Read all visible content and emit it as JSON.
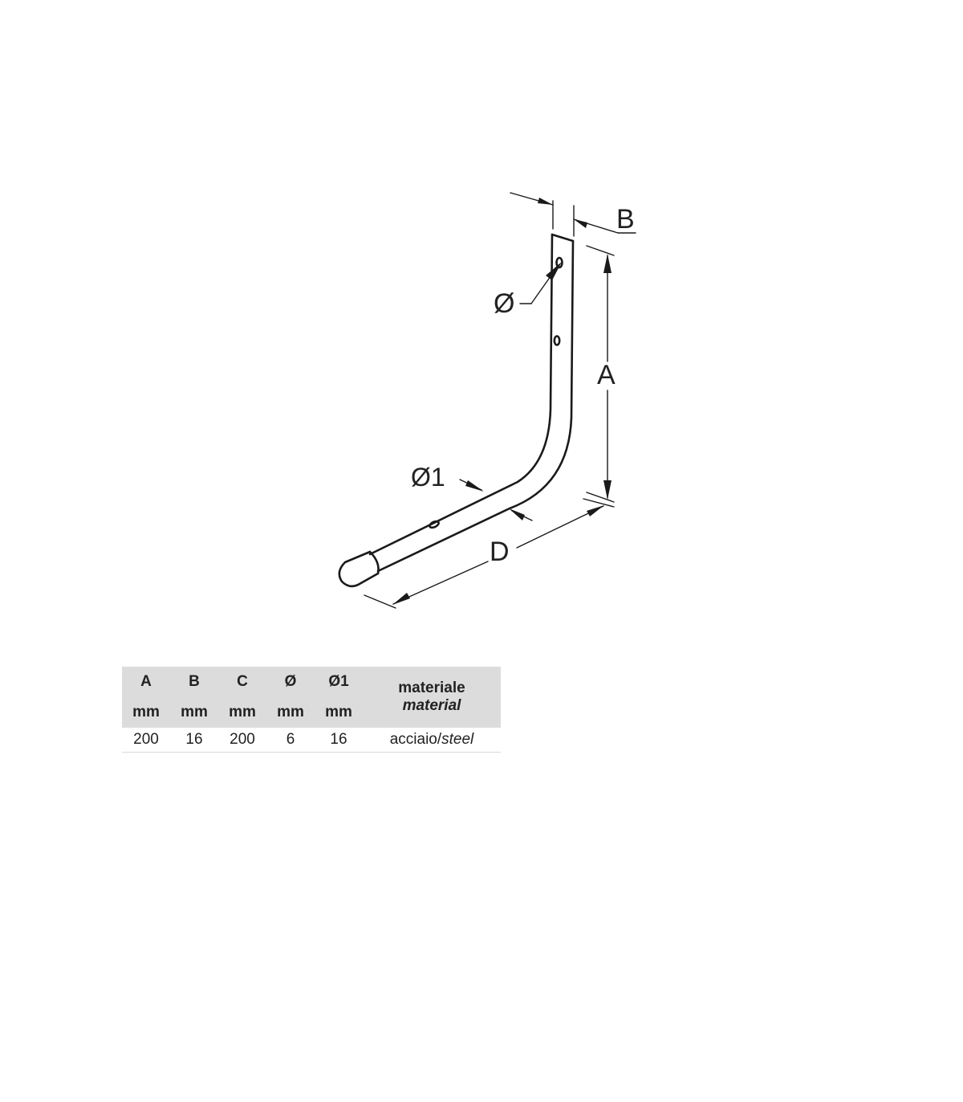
{
  "drawing": {
    "labels": {
      "a": "A",
      "b": "B",
      "d": "D",
      "diameter": "Ø",
      "diameter1": "Ø1"
    }
  },
  "table": {
    "headers": [
      {
        "top": "A",
        "bottom": "mm"
      },
      {
        "top": "B",
        "bottom": "mm"
      },
      {
        "top": "C",
        "bottom": "mm"
      },
      {
        "top": "Ø",
        "bottom": "mm"
      },
      {
        "top": "Ø1",
        "bottom": "mm"
      }
    ],
    "material_header": {
      "it": "materiale",
      "en": "material"
    },
    "row": {
      "a": "200",
      "b": "16",
      "c": "200",
      "diameter": "6",
      "diameter1": "16",
      "material_it": "acciaio/",
      "material_en": "steel"
    }
  }
}
